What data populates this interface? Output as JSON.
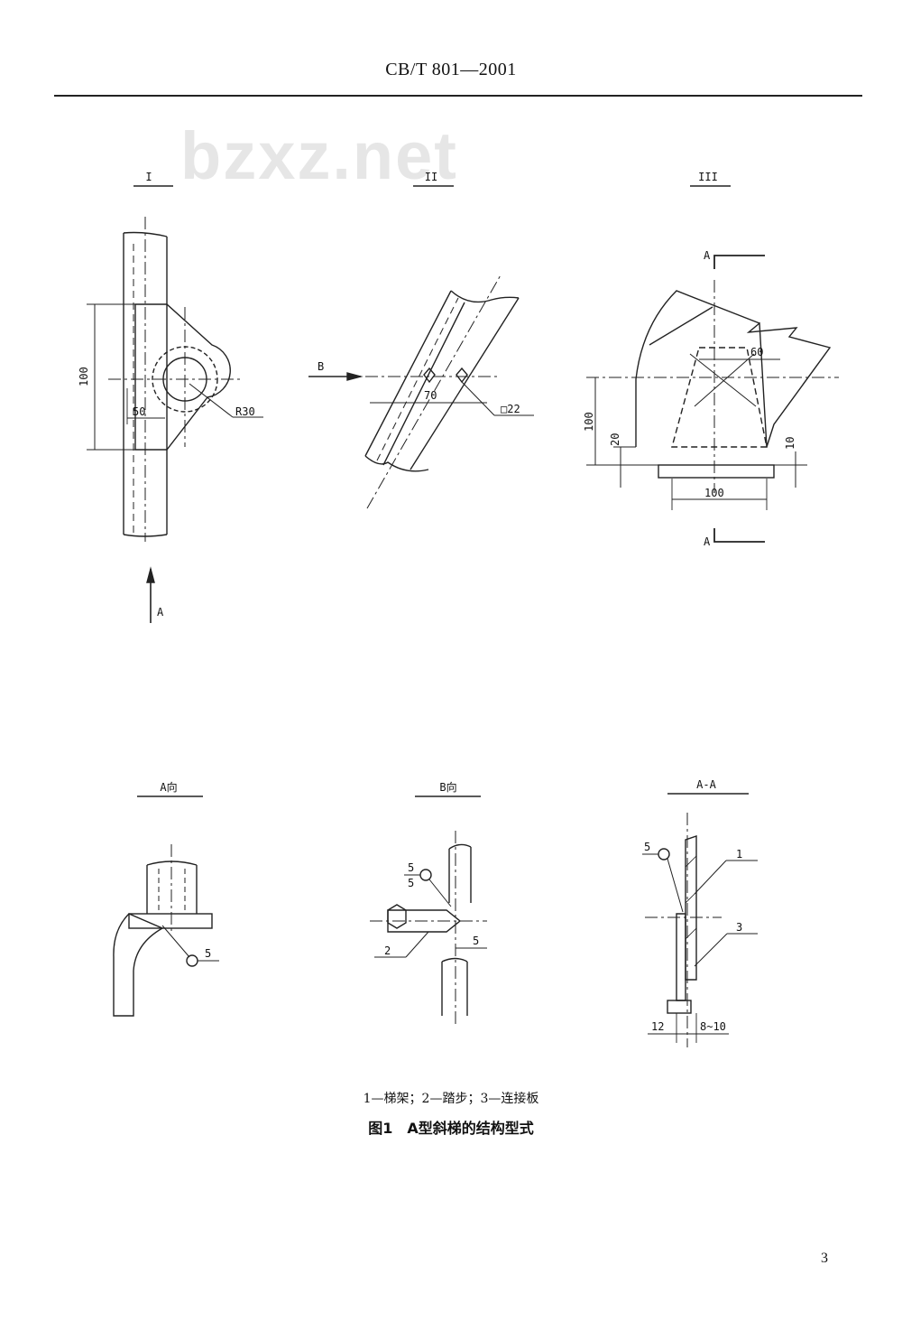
{
  "header": {
    "standard_code": "CB/T 801—2001"
  },
  "watermark": "bzxz.net",
  "views": {
    "detail_1": "I",
    "detail_2": "II",
    "detail_3": "III",
    "view_a": "A向",
    "view_b": "B向",
    "section_aa": "A-A"
  },
  "dimensions": {
    "d1_height": "100",
    "d1_offset": "50",
    "d1_radius": "R30",
    "d2_spacing": "70",
    "d2_square": "□22",
    "d3_width": "60",
    "d3_height": "100",
    "d3_plate": "20",
    "d3_base": "100",
    "d3_thick": "10",
    "va_weld": "5",
    "vb_weld_top": "5",
    "vb_weld_bottom": "5",
    "vb_weld_single": "5",
    "aa_weld": "5",
    "aa_left": "12",
    "aa_right": "8~10"
  },
  "markers": {
    "arrow_a": "A",
    "arrow_b": "B",
    "cut_a_top": "A",
    "cut_a_bottom": "A"
  },
  "callouts": {
    "part_1": "1",
    "part_2": "2",
    "part_3": "3"
  },
  "caption": {
    "legend": "1—梯架；2—踏步；3—连接板",
    "title": "图1　A型斜梯的结构型式"
  },
  "page_number": "3"
}
